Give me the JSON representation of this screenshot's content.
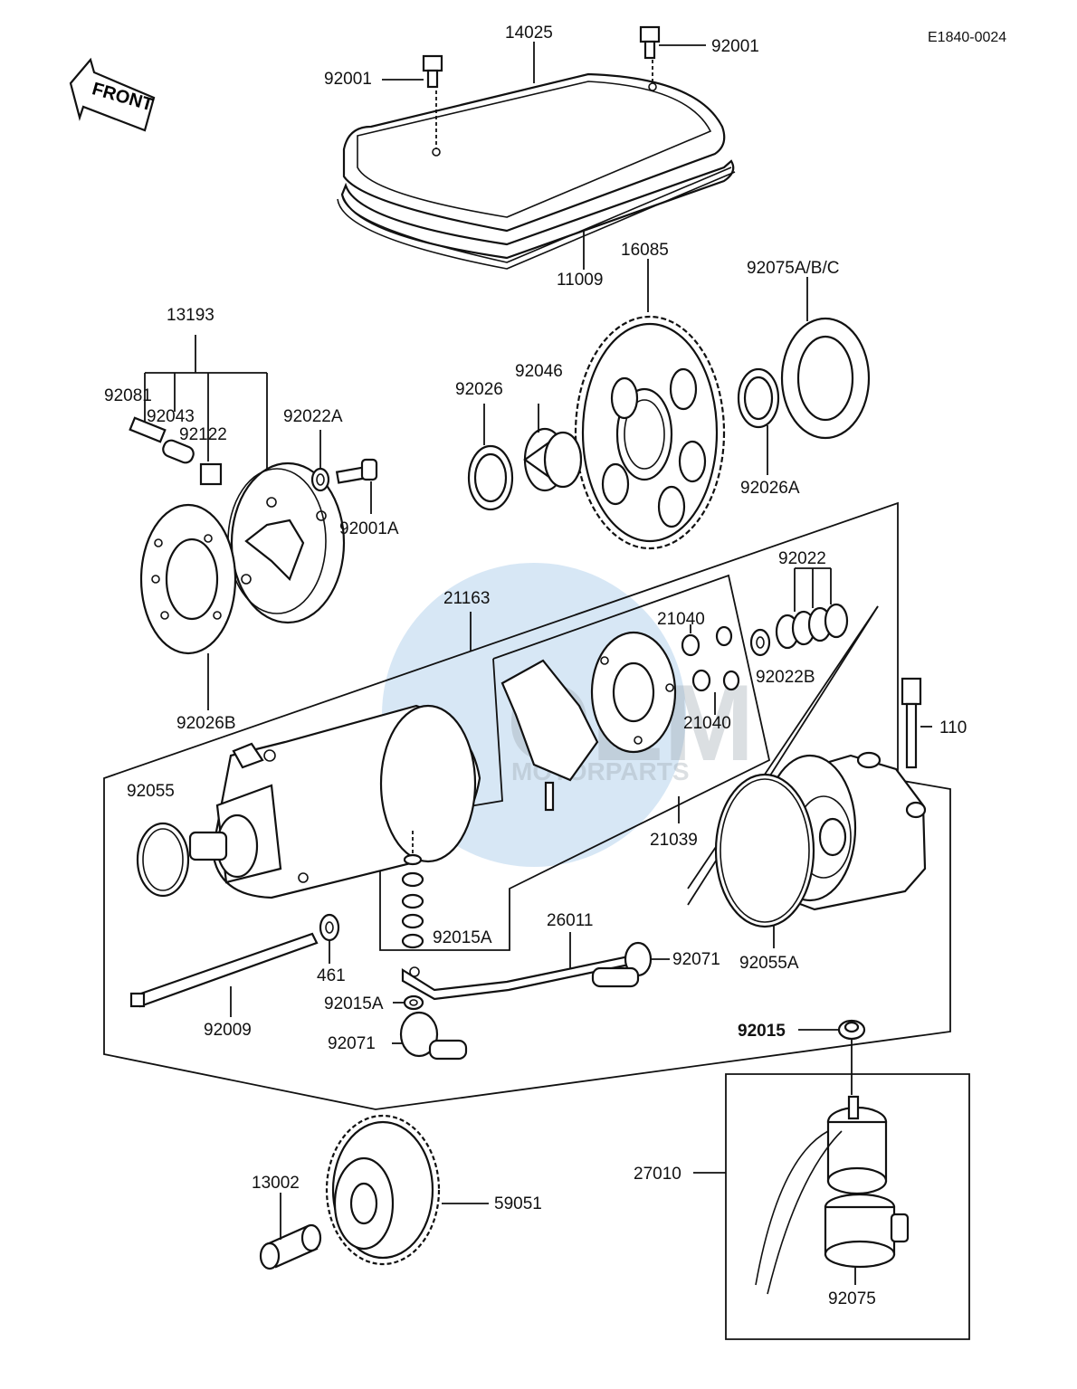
{
  "diagram_code": "E1840-0024",
  "front_label": "FRONT",
  "watermark": {
    "brand": "OEM",
    "sub": "MOTORPARTS"
  },
  "labels": {
    "p14025": "14025",
    "p92001_left": "92001",
    "p92001_right": "92001",
    "p11009": "11009",
    "p16085": "16085",
    "p92075abc": "92075A/B/C",
    "p13193": "13193",
    "p92081": "92081",
    "p92043": "92043",
    "p92122": "92122",
    "p92022A": "92022A",
    "p92001A": "92001A",
    "p92026": "92026",
    "p92046": "92046",
    "p92026A": "92026A",
    "p92022": "92022",
    "p21163": "21163",
    "p21040_top": "21040",
    "p92022B": "92022B",
    "p21040_bot": "21040",
    "p92026B": "92026B",
    "p110": "110",
    "p92055": "92055",
    "p21039": "21039",
    "p92015A_top": "92015A",
    "p26011": "26011",
    "p92071_right": "92071",
    "p92055A": "92055A",
    "p461": "461",
    "p92009": "92009",
    "p92015A_bot": "92015A",
    "p92071_left": "92071",
    "p92015": "92015",
    "p27010": "27010",
    "p13002": "13002",
    "p59051": "59051",
    "p92075": "92075"
  }
}
